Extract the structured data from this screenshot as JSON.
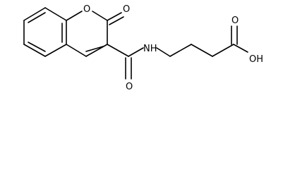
{
  "molecule": {
    "atoms": {
      "ring_oxygen": "O",
      "lactone_carbonyl_oxygen": "O",
      "amide_carbonyl_oxygen": "O",
      "amide_nitrogen": "NH",
      "acid_carbonyl_oxygen": "O",
      "acid_hydroxyl": "OH"
    },
    "colors": {
      "bond": "#000000",
      "label": "#000000",
      "background": "#ffffff"
    }
  }
}
